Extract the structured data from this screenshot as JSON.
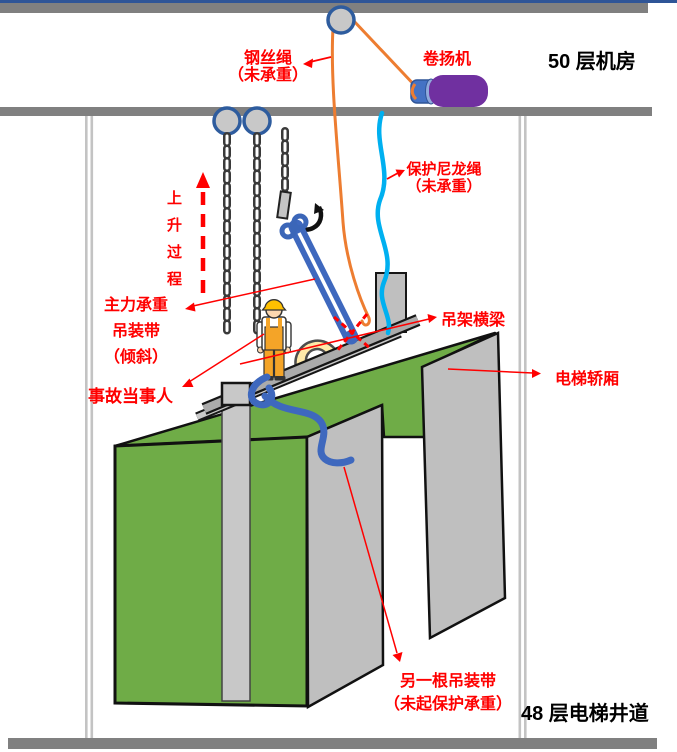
{
  "title": "elevator hoisting accident diagram",
  "labels": {
    "machine_room": "50 层机房",
    "shaft": "48 层电梯井道",
    "wire_rope": "钢丝绳",
    "wire_rope_note": "（未承重）",
    "winch": "卷扬机",
    "nylon_rope": "保护尼龙绳",
    "nylon_rope_note": "（未承重）",
    "rising_process": "上升过程",
    "main_strap_line1": "主力承重",
    "main_strap_line2": "吊装带",
    "main_strap_line3": "（倾斜）",
    "victim": "事故当事人",
    "crossbeam": "吊架横梁",
    "car": "电梯轿厢",
    "other_strap_line1": "另一根吊装带",
    "other_strap_line2": "（未起保护承重）"
  },
  "colors": {
    "label_red": "#FF0000",
    "green_car": "#6FAC47",
    "gray_panel": "#BFBFBF",
    "gray_bar": "#808080",
    "winch_purple": "#7030A0",
    "drum_blue": "#4472C4",
    "strap_blue": "#3E68BE",
    "rope_orange": "#ED7D31",
    "rope_cyan": "#00B0F0",
    "chain_dark": "#3A3A3A",
    "pulley_ring_blue": "#2E5C9E",
    "pulley_fill": "#C8C8C8",
    "cream_arc": "#FFE9A9",
    "top_line_blue": "#2F5597",
    "helmet_yellow": "#FFC000",
    "overalls_orange": "#F4A428"
  }
}
